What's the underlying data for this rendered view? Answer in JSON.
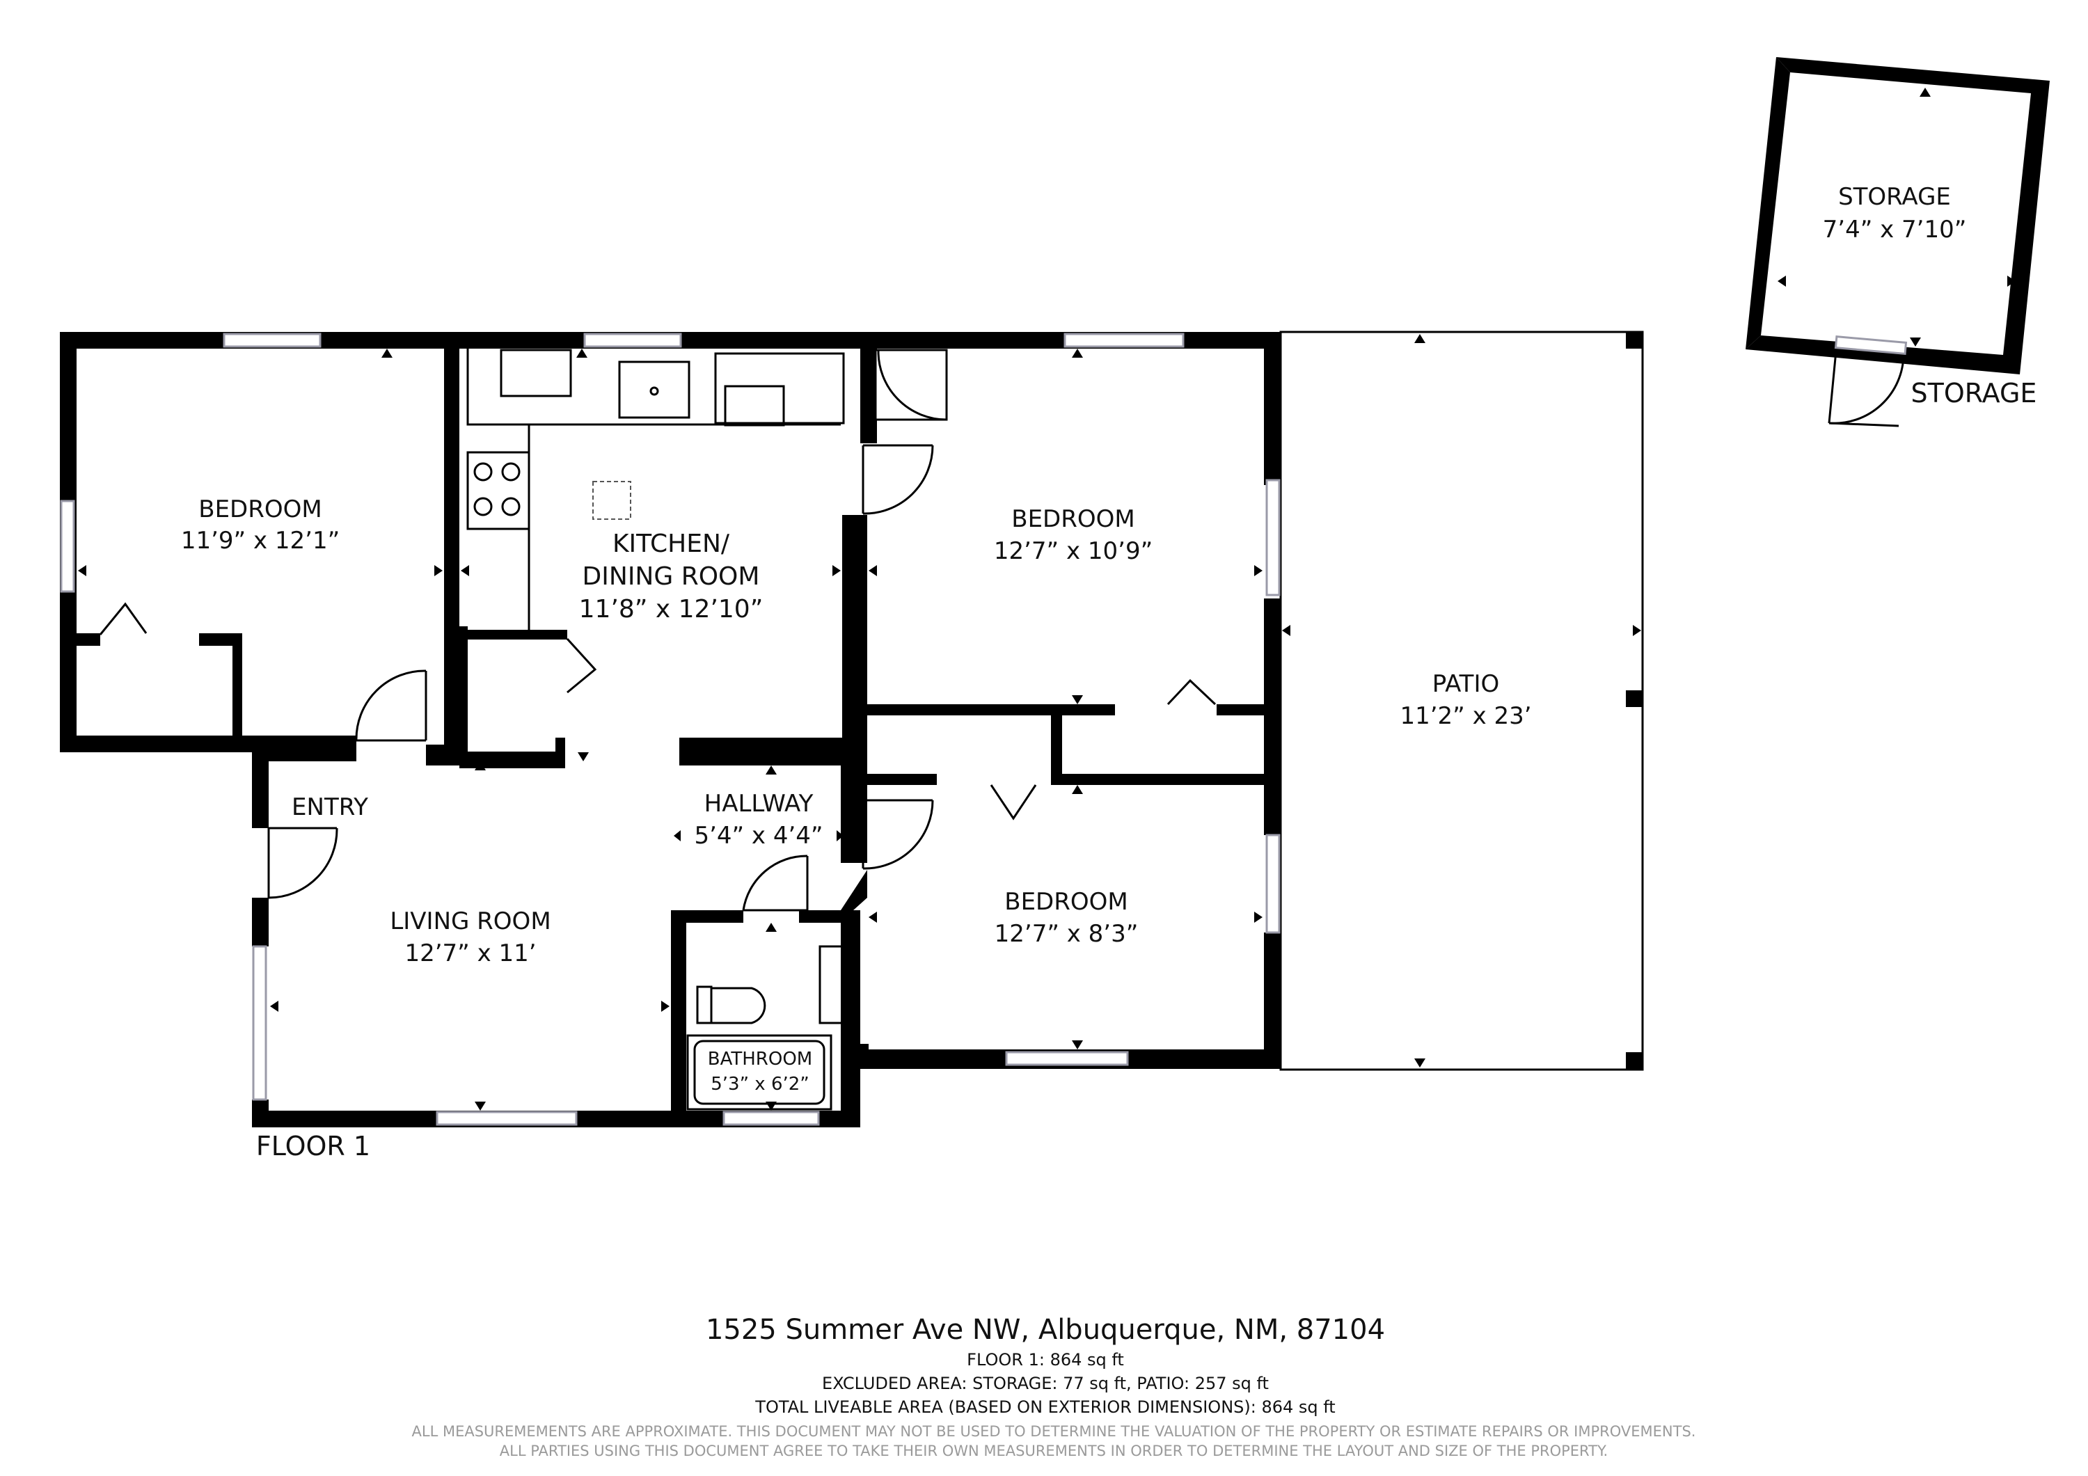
{
  "floor_label": "FLOOR 1",
  "rooms": {
    "bedroom_nw": {
      "name": "BEDROOM",
      "size": "11’9” x 12’1”"
    },
    "kitchen": {
      "name_line1": "KITCHEN/",
      "name_line2": "DINING ROOM",
      "size": "11’8” x 12’10”"
    },
    "bedroom_ne": {
      "name": "BEDROOM",
      "size": "12’7” x 10’9”"
    },
    "patio": {
      "name": "PATIO",
      "size": "11’2” x 23’"
    },
    "storage": {
      "name": "STORAGE",
      "size": "7’4” x 7’10”",
      "outside_label": "STORAGE"
    },
    "entry": {
      "name": "ENTRY"
    },
    "living": {
      "name": "LIVING ROOM",
      "size": "12’7” x 11’"
    },
    "hallway": {
      "name": "HALLWAY",
      "size": "5’4” x 4’4”"
    },
    "bedroom_se": {
      "name": "BEDROOM",
      "size": "12’7” x 8’3”"
    },
    "bathroom": {
      "name": "BATHROOM",
      "size": "5’3” x 6’2”"
    }
  },
  "footer": {
    "address": "1525 Summer Ave NW, Albuquerque, NM, 87104",
    "floor_area": "FLOOR 1: 864 sq ft",
    "excluded": "EXCLUDED AREA: STORAGE: 77 sq ft, PATIO: 257 sq ft",
    "total": "TOTAL LIVEABLE AREA (BASED ON EXTERIOR DIMENSIONS): 864 sq ft",
    "disclaimer_1": "ALL MEASUREMEMENTS ARE APPROXIMATE. THIS DOCUMENT MAY NOT BE USED TO DETERMINE THE VALUATION OF THE PROPERTY OR ESTIMATE REPAIRS OR IMPROVEMENTS.",
    "disclaimer_2": "ALL PARTIES USING THIS DOCUMENT AGREE TO TAKE THEIR OWN MEASUREMENTS IN ORDER TO DETERMINE THE LAYOUT AND SIZE OF THE PROPERTY."
  },
  "colors": {
    "wall": "#000000",
    "window": "#9a9aa8",
    "disclaimer": "#9a9a9a"
  }
}
